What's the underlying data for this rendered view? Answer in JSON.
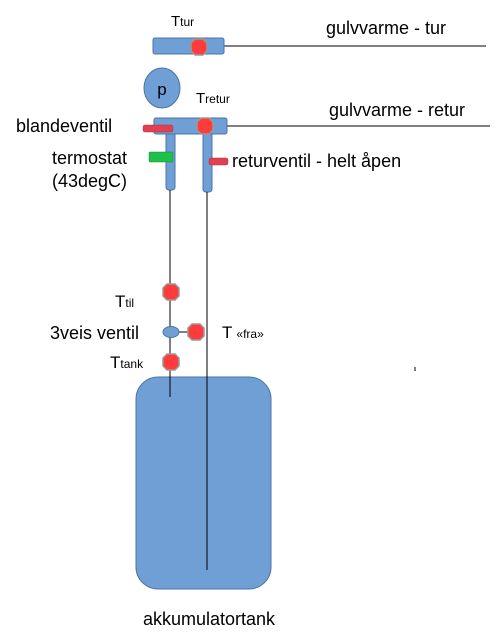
{
  "labels": {
    "t_tur_main": "T",
    "t_tur_sub": "tur",
    "floor_supply": "gulvvarme - tur",
    "pump": "p",
    "t_retur_main": "T",
    "t_retur_sub": "retur",
    "floor_return": "gulvvarme - retur",
    "mixing_valve": "blandeventil",
    "thermostat_line1": "termostat",
    "thermostat_line2": "(43degC)",
    "return_valve": "returventil - helt åpen",
    "t_til_main": "T",
    "t_til_sub": "til",
    "three_way_valve": "3veis ventil",
    "t_fra_main": "T",
    "t_fra_sub": "«fra»",
    "t_tank_main": "T",
    "t_tank_sub": "tank",
    "tank": "akkumulatortank"
  },
  "colors": {
    "component_fill": "#6f9fd5",
    "component_stroke": "#4a74a8",
    "sensor_fill": "#ff3b3b",
    "sensor_stroke": "#a0a0a0",
    "valve_red": "#e0404f",
    "thermostat_green": "#1ec04a",
    "line": "#000000"
  }
}
